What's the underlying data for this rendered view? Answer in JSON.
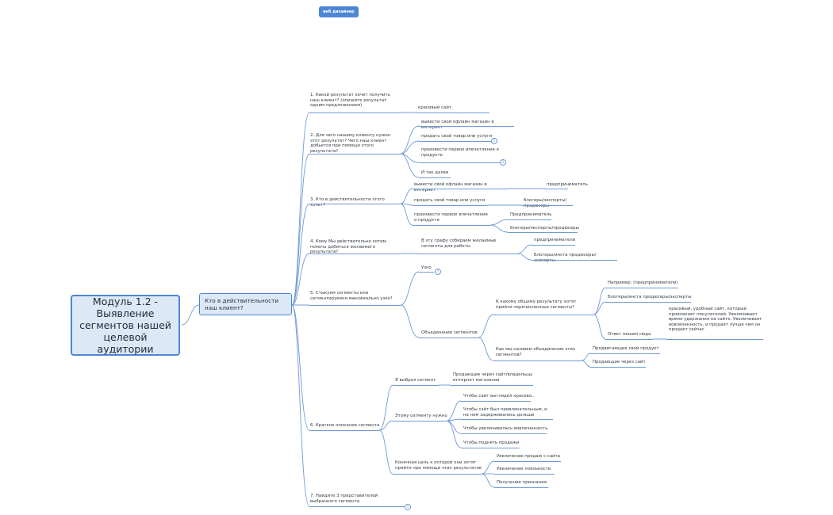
{
  "tag": "веб дизайнер",
  "root": "Модуль 1.2 - Выявление сегментов нашей целевой аудитории",
  "central": "Кто в действительности наш клиент?",
  "badges": [
    "1",
    "2",
    "1",
    "1"
  ],
  "labels": {
    "q1": "1. Какой результат хочет получить наш клиент? (опишите результат одним предложением)",
    "q1a": "красивый сайт",
    "q2": "2. Для чего нашему клиенту нужен этот результат? Чего наш клиент добьется при помощи этого результата?",
    "q2a": "вывести свой офлайн магазин в интернет",
    "q2b": "продать свой товар или услуги",
    "q2c": "произвести первое впечатление о продукте",
    "q2d": "И так далее",
    "q3": "3. Кто в действительности этого хочет?",
    "q3a": "вывести свой офлайн магазин в интернет",
    "q3a1": "предприниматель",
    "q3b": "продать свой товар или услуги",
    "q3b1": "блогеры/эксперты/продюсеры",
    "q3c": "произвести первое впечатление о продукте",
    "q3c1": "Предприниматель",
    "q3c2": "блогеры/эксперты/продюсеры",
    "q4": "4. Кому Мы действительно хотим помочь добиться желаемого результата?",
    "q4a": "В эту графу собираем желаемые сегменты для работы",
    "q4a1": "предприниматели",
    "q4a2": "Блогеры/инста продюсеры/эксперты",
    "q5": "5. Стыкуем сегменты или сегментируемся максимально узко?",
    "q5a": "Узко",
    "q5b": "Объединение сегментов",
    "q5b1": "К какому общему результату хотят прийти перечисленные сегменты?",
    "q5b1a": "Например: (предприниматели)",
    "q5b1b": "Блогеры/инста продюсеры/эксперты",
    "q5b1c": "Ответ пишем сюда",
    "q5b1c1": "красивый, удобный сайт, который привлекает покупателей. Увеличивает время удержания на сайте. Увеличивает вовлеченность, и продает лучше чем он продает сейчас",
    "q5b2": "Как мы назовем объединение этих сегментов?",
    "q5b2a": "Продвигающие свой продукт",
    "q5b2b": "Продающие через сайт",
    "q6": "6. Краткое описание сегмента",
    "q6a": "Я выбрал сегмент",
    "q6a1": "Продающие через сайт/владельцы интернет магазинов",
    "q6b": "Этому сегменту нужно",
    "q6b1": "Чтобы сайт выглядел красиво..",
    "q6b2": "Чтобы сайт был привлекательным, и на нем задерживались дольше",
    "q6b3": "Чтобы увеличивалась вовлеченность",
    "q6b4": "Чтобы поднять продажи",
    "q6c": "Конечная цель к которой они хотят прийти при помощи этих результатов",
    "q6c1": "Увеличение продаж с сайта",
    "q6c2": "Увеличение лояльности",
    "q6c3": "Получение признания",
    "q7": "7. Найдите 3 представителей выбранного сегмента"
  }
}
